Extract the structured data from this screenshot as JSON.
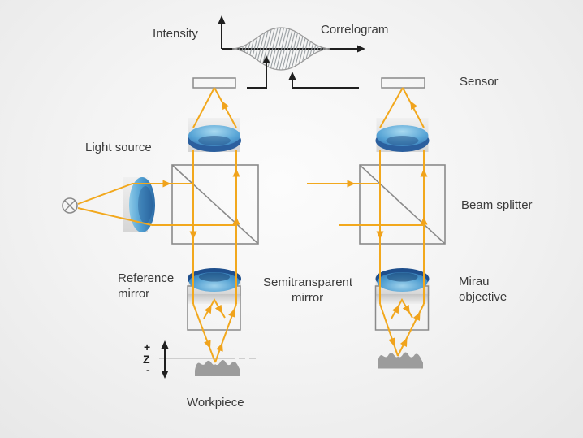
{
  "graph": {
    "ylabel": "Intensity",
    "title": "Correlogram"
  },
  "components": {
    "sensor": "Sensor",
    "light_source": "Light source",
    "beam_splitter": "Beam splitter",
    "reference_mirror": {
      "line1": "Reference",
      "line2": "mirror"
    },
    "semitransparent_mirror": {
      "line1": "Semitransparent",
      "line2": "mirror"
    },
    "mirau_objective": {
      "line1": "Mirau",
      "line2": "objective"
    },
    "workpiece": "Workpiece"
  },
  "z_axis": {
    "plus": "+",
    "z": "Z",
    "minus": "-"
  },
  "colors": {
    "ray": "#F2A81D",
    "outline_gray": "#8A8A8A",
    "text": "#3A3A3A",
    "connector_black": "#1F1F1F",
    "lens_blue_light": "#9FD2EC",
    "lens_blue_dark": "#2B5F9E",
    "workpiece_gray": "#9C9C9C",
    "background": "#F4F4F4"
  }
}
